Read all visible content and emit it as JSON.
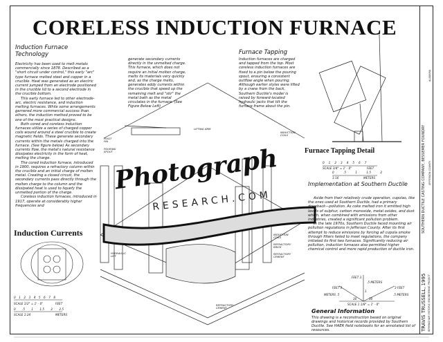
{
  "title": "CORELESS INDUCTION FURNACE",
  "technology": {
    "heading": "Induction Furnace Technology",
    "paragraphs": [
      "Electricity has been used to melt metals commercially since 1878. Described as a \"short circuit under control,\" this early \"arc\" type furnace melted steel and copper in a crucible. Heat was generated as an electric current jumped from an electrode positioned in the crucible lid to a second electrode in the crucible bottom.",
      "This early furnace led to other electrode-arc, electric resistance, and induction melting furnaces. While some arrangements garnered more commercial success than others, the induction method proved to be one of the most practical designs.",
      "Both cored and coreless induction furnaces utilize a series of charged copper coils wound around a steel crucible to create magnetic fields. These generate secondary currents within the metals charged into the furnace. (See figure below) As secondary currents flow, the metal's natural resistance dissipates electricity in the form of heat, melting the charge.",
      "The cored induction furnace, introduced in 1900, requires a refractory column within the crucible and an initial charge of molten metal. Creating a closed circuit, the secondary currents pass directly through the molten charge to the column and the dissipated heat is used to liquefy the unmelted portion of the charge.",
      "Coreless induction furnaces, introduced in 1917, operate at considerably higher frequencies and"
    ],
    "continuation": "generate secondary currents directly in the unmelted charge. This furnace, which does not require an initial molten charge, melts its materials very quickly and, as the charge melts, generates eddy currents within the crucible that speed up the remaining melt and \"stir\" the metal bath as the metal circulates in the furnace. (See Figure Below Left)"
  },
  "tapping": {
    "heading": "Furnace Tapping",
    "text": "Induction furnaces are charged and tapped from the top. Most coreless induction furnaces are fixed to a pin below the pouring spout, ensuring a consistent outflow angle when pouring. Although earlier styles were lifted by a crane from the back, Southern Ductile's model is raised by forward-located hydraulic jacks that tilt the furnace frame about the pin."
  },
  "tapping_detail": {
    "heading": "Furnace Tapping Detail",
    "scale_feet": "SCALE 3/4\" = 1' - 0\"",
    "feet_label": "FEET",
    "feet_ticks": [
      "0",
      "1",
      "2",
      "3",
      "4",
      "5",
      "6",
      "7"
    ],
    "meter_scale": "1:16",
    "meter_label": "METERS",
    "meter_ticks": [
      "0",
      ".5",
      "1",
      "1.5",
      "2"
    ]
  },
  "implementation": {
    "heading": "Implementation at Southern Ductile",
    "paragraphs": [
      "Aside from their relatively crude operation, cupolas, like the ones used at Southern Ductile, had a primary drawback—pollution. As coke melted iron it emitted high levels of sulphur, carbon monoxide, metal oxides, and dust which, when combined with emissions from other industries, created a significant pollution problem.",
      "In the late 1970s, Southern Ductile faced mounting air pollution regulations in Jefferson County. After its first attempt to reduce emissions by forcing all cupola smoke through filters failed to meet regulations, the company initiated its first two furnaces. Significantly reducing air pollution, induction furnaces also permitted higher chemical control and more rapid production of ductile iron."
    ]
  },
  "iso_scale": {
    "feet3": "FEET 3",
    "meters5_top": ".5 METERS",
    "feet_left": "FEET 3",
    "feet_right": "3 FEET",
    "meters_left": "METERS .5",
    "meters_right": ".5 METERS",
    "one": "1",
    "angle": "30",
    "scale": "SCALE 1 1/8\" = 1' - 0\""
  },
  "general": {
    "heading": "General Information",
    "text": "This drawing is a reconstruction based on original drawings and historical records provided by Southern Ductile. See HAER field notebooks for an annotated list of resources."
  },
  "currents": {
    "heading": "Induction Currents",
    "feet_ticks": [
      "0",
      "1",
      "2",
      "3",
      "4",
      "5",
      "6",
      "7",
      "8"
    ],
    "scale_feet": "SCALE 1/2\" = 1' - 0\"",
    "feet_label": "FEET",
    "meter_ticks": [
      "0",
      ".5",
      "1",
      "1.5",
      "2",
      "2.5"
    ],
    "meter_scale": "SCALE 1:24",
    "meter_label": "METERS"
  },
  "callouts": [
    "LIFTING ARM",
    "PIVOT PIN",
    "POURING SPOUT",
    "HYDRAULIC LIFT",
    "INDUCTION COILS",
    "REFRACTORY BRICK",
    "REFRACTORY CEMENT",
    "INDUCTION COILS",
    "REFRACTORY CEMENT"
  ],
  "title_block": {
    "delineator": "TRAVIS TRUSSELL, 1995",
    "project": "BIRMINGHAM HISTORIC ENGINEERING PROJECT",
    "site": "SOUTHERN DUCTILE CASTING COMPANY, BESSEMER FOUNDRY",
    "location": "JEFFERSON COUNTY",
    "state": "ALABAMA"
  },
  "watermark": {
    "script": "Photograph",
    "sub": "RESEARCH.COM"
  }
}
